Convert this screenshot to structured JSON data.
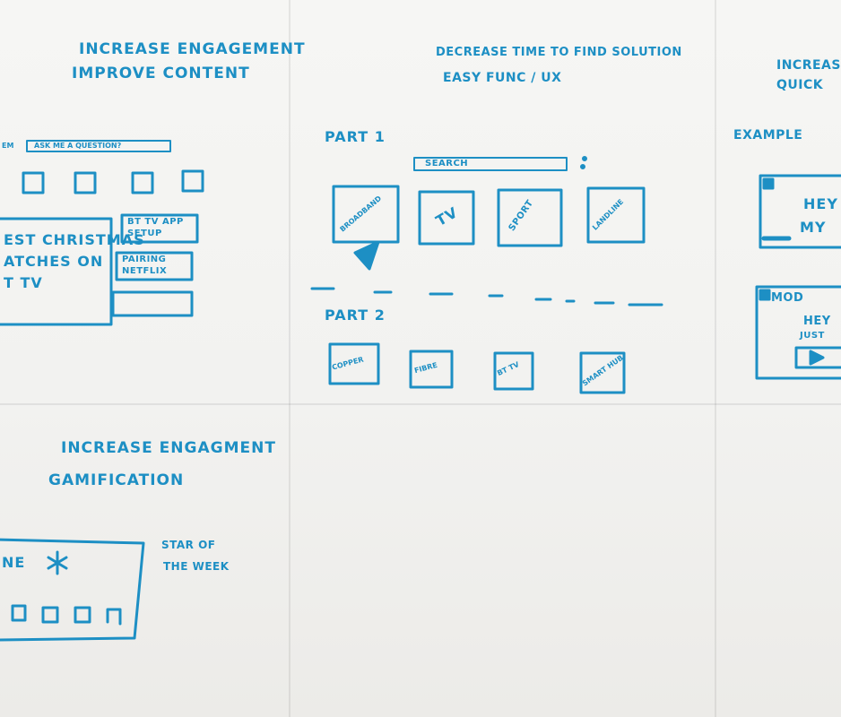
{
  "sheets": {
    "top_left": {
      "heading_1": "Increase Engagement",
      "heading_2": "Improve Content",
      "search_prefix": "em",
      "search_box": "Ask me a question?",
      "hero_text_1": "est Christmas",
      "hero_text_2": "atches on",
      "hero_text_3": "T TV",
      "side_card_1a": "BT TV App",
      "side_card_1b": "Setup",
      "side_card_2a": "Pairing",
      "side_card_2b": "Netflix"
    },
    "top_middle": {
      "heading_1": "Decrease time to find solution",
      "heading_2": "Easy Func / UX",
      "part_1_label": "Part 1",
      "search_box": "Search",
      "tiles_part_1": [
        "Broadband",
        "TV",
        "Sport",
        "Landline"
      ],
      "part_2_label": "Part 2",
      "tiles_part_2": [
        "Copper",
        "Fibre",
        "BT TV",
        "Smart Hub"
      ]
    },
    "top_right": {
      "heading_1": "Increas",
      "heading_2": "Quick",
      "example_label": "Example",
      "card_1_text_1": "Hey",
      "card_1_text_2": "My",
      "card_2_tag": "Mod",
      "card_2_text_1": "Hey",
      "card_2_text_2": "Just"
    },
    "bottom_left": {
      "heading_1": "Increase Engagment",
      "heading_2": "Gamification",
      "board_label": "ne",
      "note_1": "Star of",
      "note_2": "the week"
    }
  },
  "colors": {
    "ink": "#1d8fc4",
    "paper": "#f4f4f2"
  }
}
